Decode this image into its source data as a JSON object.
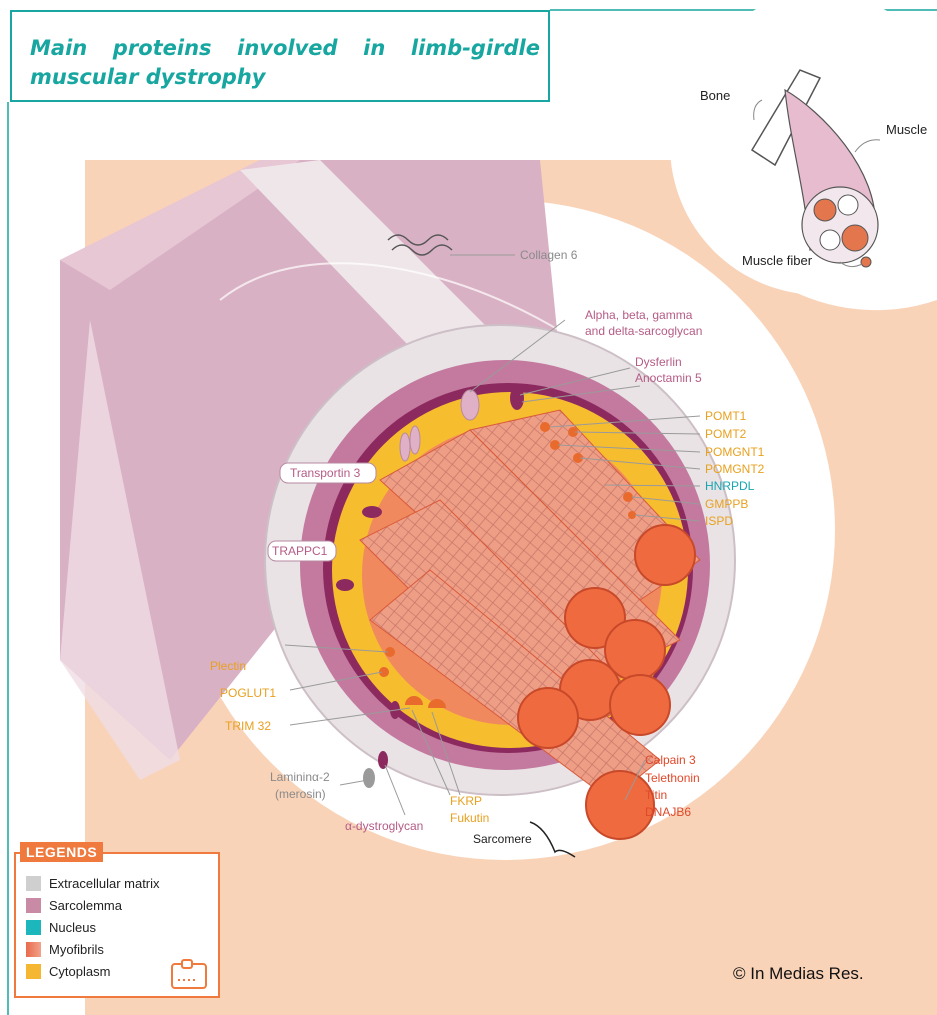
{
  "title": "Main proteins involved in limb-girdle muscular dystrophy",
  "inset": {
    "bone": "Bone",
    "muscle": "Muscle",
    "muscle_fiber": "Muscle fiber"
  },
  "labels": {
    "collagen6": "Collagen 6",
    "sarcoglycan_1": "Alpha, beta, gamma",
    "sarcoglycan_2": "and delta-sarcoglycan",
    "dysferlin": "Dysferlin",
    "anoctamin5": "Anoctamin 5",
    "pomt1": "POMT1",
    "pomt2": "POMT2",
    "pomgnt1": "POMGNT1",
    "pomgnt2": "POMGNT2",
    "hnrpdl": "HNRPDL",
    "gmppb": "GMPPB",
    "ispd": "ISPD",
    "transportin3": "Transportin 3",
    "trappc1": "TRAPPC1",
    "plectin": "Plectin",
    "poglut1": "POGLUT1",
    "trim32": "TRIM 32",
    "laminin_1": "Lamininα-2",
    "laminin_2": "(merosin)",
    "dystroglycan": "α-dystroglycan",
    "fkrp": "FKRP",
    "fukutin": "Fukutin",
    "sarcomere": "Sarcomere",
    "calpain3": "Calpain 3",
    "telethonin": "Telethonin",
    "titin": "Titin",
    "dnajb6": "DNAJB6"
  },
  "legend": {
    "heading": "LEGENDS",
    "items": [
      {
        "label": "Extracellular matrix",
        "color": "#cfcfcf"
      },
      {
        "label": "Sarcolemma",
        "color": "#c98aa6"
      },
      {
        "label": "Nucleus",
        "color": "#1bb7bd"
      },
      {
        "label": "Myofibrils",
        "color": "#e86a4c"
      },
      {
        "label": "Cytoplasm",
        "color": "#f5b731"
      }
    ]
  },
  "colors": {
    "teal": "#17a6a0",
    "orange": "#f07a3e",
    "pink_label": "#b55c86",
    "yellow_label": "#e8a11f",
    "red_label": "#e0482a",
    "gray_label": "#8a8a8a"
  },
  "copyright": "© In Medias Res."
}
